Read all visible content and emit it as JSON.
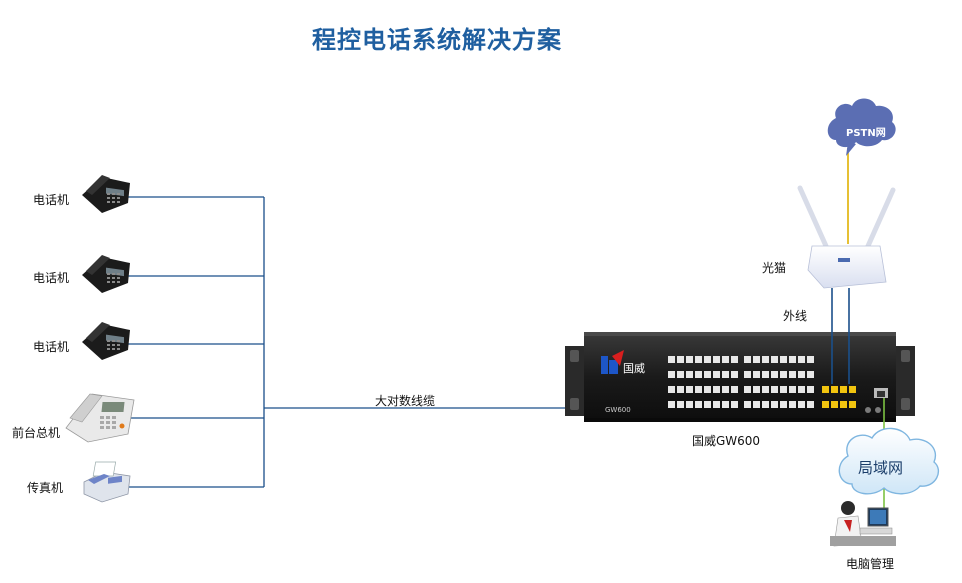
{
  "title": "程控电话系统解决方案",
  "devices": {
    "phones": [
      {
        "label": "电话机"
      },
      {
        "label": "电话机"
      },
      {
        "label": "电话机"
      }
    ],
    "front_desk": {
      "label": "前台总机"
    },
    "fax": {
      "label": "传真机"
    },
    "cable": {
      "label": "大对数线缆"
    },
    "pbx": {
      "label": "国威GW600",
      "brand_text": "国威",
      "model_text": "GW600"
    },
    "modem": {
      "label": "光猫"
    },
    "outer_line": {
      "label": "外线"
    },
    "pstn": {
      "label": "PSTN网"
    },
    "lan": {
      "label": "局域网"
    },
    "pc_mgmt": {
      "label": "电脑管理"
    }
  },
  "colors": {
    "title": "#1f5fa0",
    "wire_blue": "#1a4f8a",
    "wire_yellow": "#e0b000",
    "wire_green": "#7cc242",
    "cloud_pstn": "#5b6eb3",
    "pbx_body": "#1c1c1c"
  }
}
